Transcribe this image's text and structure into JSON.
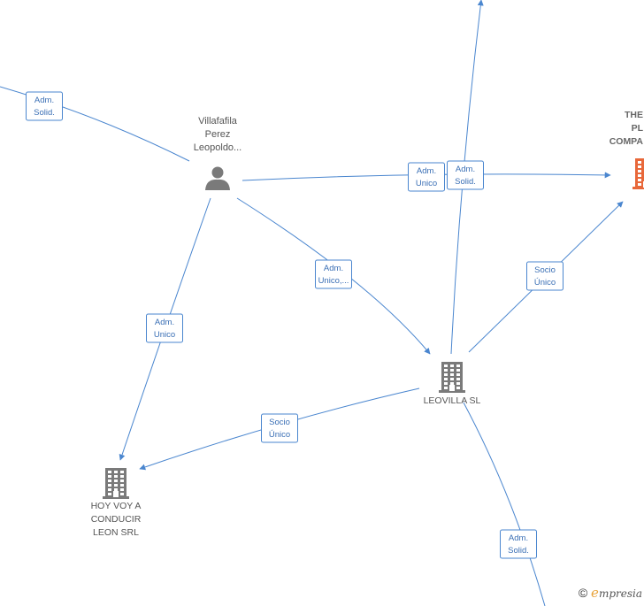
{
  "nodes": [
    {
      "id": "villafafila",
      "type": "person",
      "label_lines": [
        "Villafafila",
        "Perez",
        "Leopoldo..."
      ]
    },
    {
      "id": "leovilla",
      "type": "company",
      "label_lines": [
        "LEOVILLA SL"
      ]
    },
    {
      "id": "hoyvoy",
      "type": "company",
      "label_lines": [
        "HOY VOY A",
        "CONDUCIR",
        "LEON SRL"
      ]
    },
    {
      "id": "theplan",
      "type": "company",
      "highlight": true,
      "label_lines": [
        "THE",
        "PL",
        "COMPA"
      ]
    }
  ],
  "edges": [
    {
      "id": "e-offleft-villafafila",
      "label_lines": [
        "Adm.",
        "Solid."
      ]
    },
    {
      "id": "e-villafafila-theplan",
      "label_lines": [
        "Adm.",
        "Unico"
      ]
    },
    {
      "id": "e-villafafila-leovilla",
      "label_lines": [
        "Adm.",
        "Unico,..."
      ]
    },
    {
      "id": "e-villafafila-hoyvoy",
      "label_lines": [
        "Adm.",
        "Unico"
      ]
    },
    {
      "id": "e-leovilla-top",
      "label_lines": [
        "Adm.",
        "Solid."
      ]
    },
    {
      "id": "e-leovilla-theplan",
      "label_lines": [
        "Socio",
        "Único"
      ]
    },
    {
      "id": "e-leovilla-hoyvoy",
      "label_lines": [
        "Socio",
        "Único"
      ]
    },
    {
      "id": "e-leovilla-bottom",
      "label_lines": [
        "Adm.",
        "Solid."
      ]
    }
  ],
  "colors": {
    "edge": "#4a86cf",
    "node_gray": "#7a7a7a",
    "node_highlight": "#e8683a"
  },
  "brand": {
    "symbol": "©",
    "initial": "e",
    "rest": "mpresia"
  }
}
